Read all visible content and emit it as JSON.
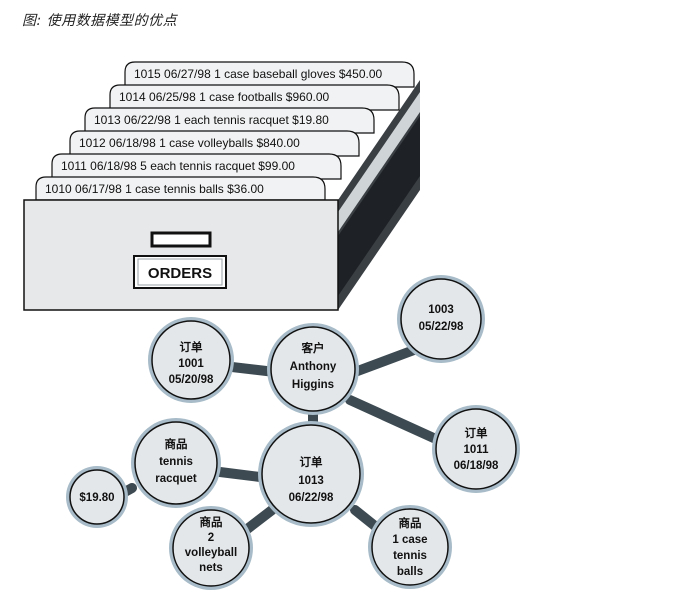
{
  "caption": "图: 使用数据模型的优点",
  "drawer": {
    "label": "ORDERS",
    "cards": [
      "1015 06/27/98 1 case baseball gloves $450.00",
      "1014 06/25/98 1 case footballs $960.00",
      "1013 06/22/98 1 each tennis racquet $19.80",
      "1012 06/18/98 1 case volleyballs $840.00",
      "1011 06/18/98 5 each tennis racquet $99.00",
      "1010 06/17/98 1 case tennis balls $36.00"
    ]
  },
  "nodes": {
    "customer": [
      "客户",
      "Anthony",
      "Higgins"
    ],
    "order_1001": [
      "订单",
      "1001",
      "05/20/98"
    ],
    "order_1003": [
      "1003",
      "05/22/98"
    ],
    "order_1011": [
      "订单",
      "1011",
      "06/18/98"
    ],
    "order_1013": [
      "订单",
      "1013",
      "06/22/98"
    ],
    "item_racquet": [
      "商品",
      "tennis",
      "racquet"
    ],
    "price": [
      "$19.80"
    ],
    "item_volleyball": [
      "商品",
      "2",
      "volleyball",
      "nets"
    ],
    "item_balls": [
      "商品",
      "1 case",
      "tennis",
      "balls"
    ]
  },
  "colors": {
    "ink": "#111111",
    "drawer_face": "#e6e8e9",
    "drawer_side": "#2b2f33",
    "card_fill": "#f1f2f3",
    "node_fill": "#e4e7ea",
    "node_ring": "#a7bcc8",
    "connector": "#3d4a52"
  }
}
